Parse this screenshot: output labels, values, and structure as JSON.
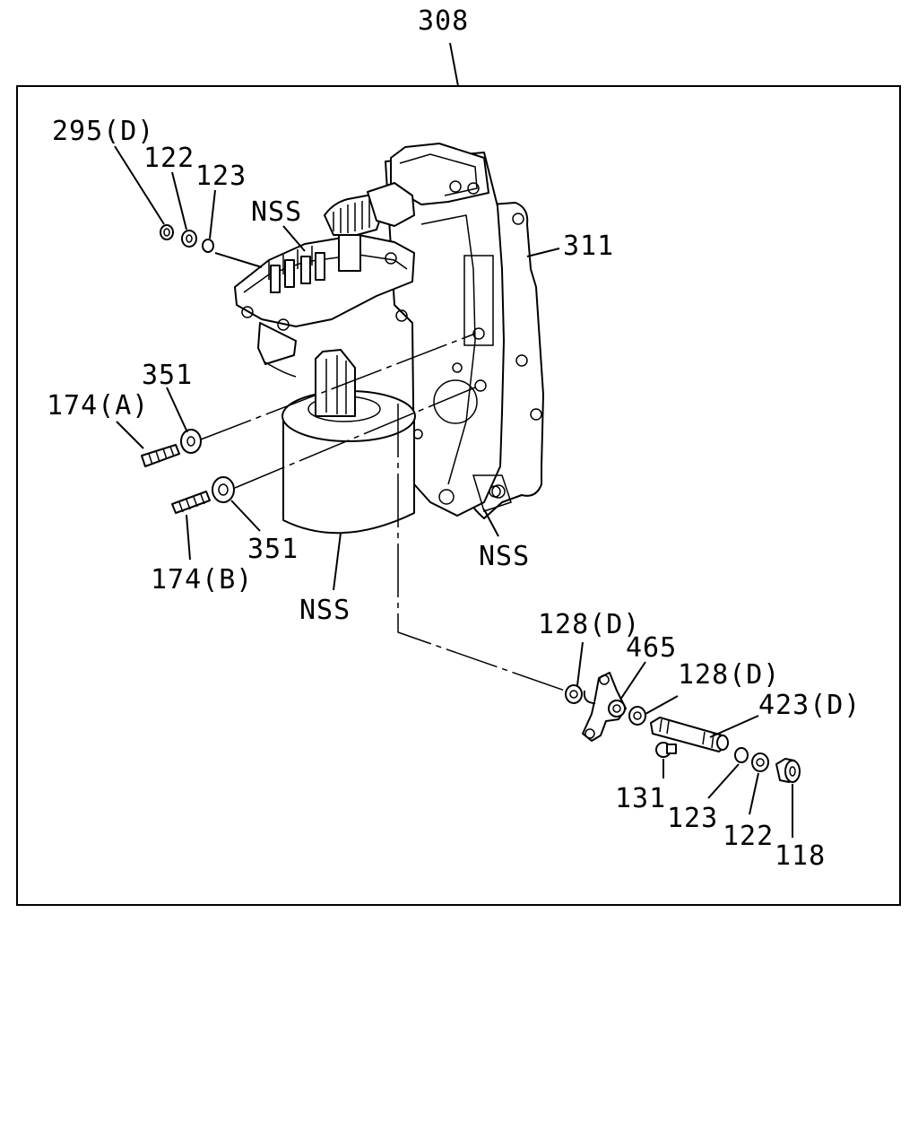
{
  "diagram": {
    "labels": {
      "assembly": "308",
      "p295": "295(D)",
      "p122_top": "122",
      "p123_top": "123",
      "nss_top": "NSS",
      "p311": "311",
      "p351_a": "351",
      "p174_a": "174(A)",
      "p351_b": "351",
      "p174_b": "174(B)",
      "nss_solenoid": "NSS",
      "nss_gasket": "NSS",
      "p128_left": "128(D)",
      "p465": "465",
      "p128_right": "128(D)",
      "p423": "423(D)",
      "p131": "131",
      "p123_bottom": "123",
      "p122_bottom": "122",
      "p118": "118"
    }
  }
}
